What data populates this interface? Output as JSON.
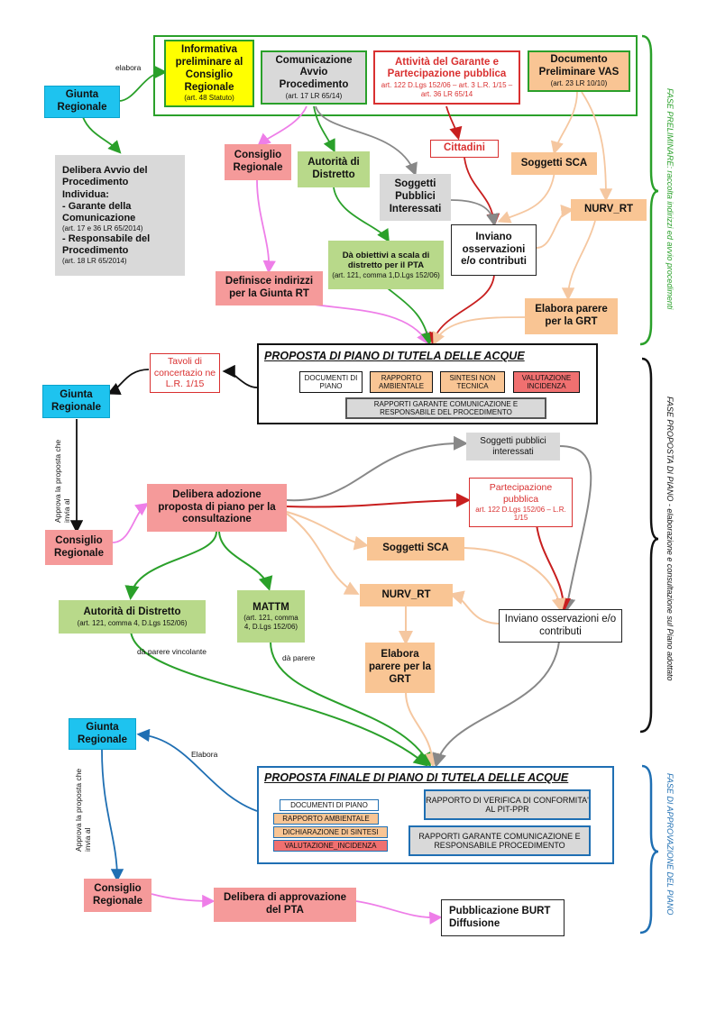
{
  "colors": {
    "green_phase": "#2aa02a",
    "blue_phase": "#1f6fb3",
    "red": "#d93030",
    "pink_arrow": "#ee7ee8",
    "peach_arrow": "#f5c7a0",
    "gray_arrow": "#888888",
    "darkred_arrow": "#c81f1f"
  },
  "phase1": {
    "giunta": "Giunta Regionale",
    "elabora": "elabora",
    "informativa": {
      "title": "Informativa preliminare al Consiglio Regionale",
      "ref": "(art. 48 Statuto)"
    },
    "comunicazione": {
      "title": "Comunicazione Avvio Procedimento",
      "ref": "(art. 17 LR 65/14)"
    },
    "attivita": {
      "title": "Attività del Garante e Partecipazione pubblica",
      "ref": "art. 122 D.Lgs 152/06 – art. 3 L.R. 1/15 – art. 36 LR 65/14"
    },
    "documento": {
      "title": "Documento Preliminare VAS",
      "ref": "(art. 23 LR 10/10)"
    },
    "consiglio": "Consiglio Regionale",
    "autorita": "Autorità di Distretto",
    "cittadini": "Cittadini",
    "soggetti_sca": "Soggetti SCA",
    "soggetti_pubblici": "Soggetti Pubblici Interessati",
    "nurv": "NURV_RT",
    "delibera": {
      "title": "Delibera Avvio del Procedimento",
      "line2": "Individua:",
      "line3": "- Garante della Comunicazione",
      "ref3": "(art. 17 e 36 LR 65/2014)",
      "line4": "- Responsabile del Procedimento",
      "ref4": "(art. 18 LR 65/2014)"
    },
    "obiettivi": {
      "title": "Dà obiettivi a scala di distretto per il PTA",
      "ref": "(art. 121, comma 1,D.Lgs 152/06)"
    },
    "inviano": "Inviano osservazioni e/o contributi",
    "definisce": "Definisce indirizzi per la Giunta RT",
    "elabora_parere": "Elabora parere per la GRT",
    "phase_label": "FASE PRELIMINARE: raccolta indirizzi ed avvio procedimenti"
  },
  "phase2": {
    "proposta_title": "PROPOSTA DI PIANO DI TUTELA DELLE ACQUE",
    "docs": [
      "DOCUMENTI DI PIANO",
      "RAPPORTO AMBIENTALE",
      "SINTESI NON TECNICA",
      "VALUTAZIONE INCIDENZA"
    ],
    "rapporti": "RAPPORTI GARANTE COMUNICAZIONE E RESPONSABILE DEL PROCEDIMENTO",
    "tavoli": "Tavoli di concertazio ne L.R. 1/15",
    "giunta": "Giunta Regionale",
    "approva": "Approva la proposta che invia al",
    "consiglio": "Consiglio Regionale",
    "delibera_adozione": "Delibera adozione proposta di piano per la consultazione",
    "soggetti_pubblici": "Soggetti pubblici interessati",
    "partecipazione": {
      "title": "Partecipazione pubblica",
      "ref": "art. 122 D.Lgs 152/06 – L.R. 1/15"
    },
    "soggetti_sca": "Soggetti SCA",
    "nurv": "NURV_RT",
    "inviano": "Inviano osservazioni e/o contributi",
    "autorita": {
      "title": "Autorità di Distretto",
      "ref": "(art. 121, comma 4, D.Lgs 152/06)"
    },
    "mattm": {
      "title": "MATTM",
      "ref": "(art. 121, comma 4, D.Lgs 152/06)"
    },
    "da_parere_vincolante": "dà parere vincolante",
    "da_parere": "dà parere",
    "elabora_parere": "Elabora parere per la GRT",
    "phase_label": "FASE PROPOSTA DI PIANO - elaborazione e consultazione sul Piano adottato"
  },
  "phase3": {
    "giunta": "Giunta Regionale",
    "elabora": "Elabora",
    "approva": "Approva la proposta che invia al",
    "finale_title": "PROPOSTA FINALE DI PIANO DI TUTELA DELLE ACQUE",
    "docs": [
      "DOCUMENTI DI PIANO",
      "RAPPORTO AMBIENTALE",
      "DICHIARAZIONE DI SINTESI",
      "VALUTAZIONE_INCIDENZA"
    ],
    "verifica": "RAPPORTO DI VERIFICA DI CONFORMITA' AL PIT-PPR",
    "rapporti": "RAPPORTI GARANTE COMUNICAZIONE E RESPONSABILE PROCEDIMENTO",
    "consiglio": "Consiglio Regionale",
    "delibera_approvazione": "Delibera di approvazione del PTA",
    "pubblicazione": "Pubblicazione BURT\nDiffusione",
    "phase_label": "FASE DI APPROVAZIONE DEL PIANO"
  }
}
